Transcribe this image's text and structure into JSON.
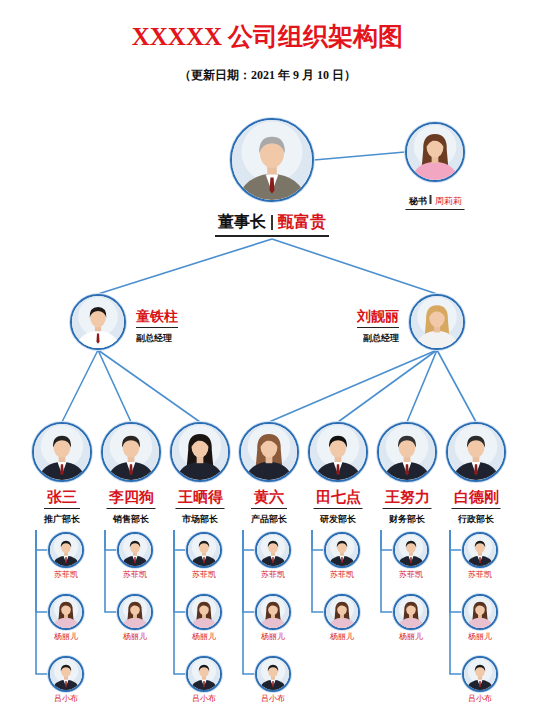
{
  "diagram": {
    "title": "XXXXX 公司组织架构图",
    "nodes": [
      {
        "text": [
          "董事长",
          "甄富贵"
        ]
      },
      {
        "text": [
          "秘书",
          "周莉莉"
        ]
      },
      {
        "text": [
          "童铁柱",
          "副总经理"
        ]
      },
      {
        "text": [
          "刘靓丽",
          "副总经理"
        ]
      },
      {
        "text": [
          "张三",
          "推广部长"
        ]
      },
      {
        "text": [
          "李四狗",
          "销售部长"
        ]
      },
      {
        "text": [
          "王晒得",
          "市场部长"
        ]
      },
      {
        "text": [
          "黄六",
          "产品部长"
        ]
      },
      {
        "text": [
          "田七点",
          "研发部长"
        ]
      },
      {
        "text": [
          "王努力",
          "财务部长"
        ]
      },
      {
        "text": [
          "白德刚",
          "行政部长"
        ]
      },
      {
        "text": [
          "苏菲凯"
        ]
      },
      {
        "text": [
          "杨丽儿"
        ]
      },
      {
        "text": [
          "吕小布"
        ]
      },
      {
        "text": [
          "苏菲凯"
        ]
      },
      {
        "text": [
          "杨丽儿"
        ]
      },
      {
        "text": [
          "苏菲凯"
        ]
      },
      {
        "text": [
          "杨丽儿"
        ]
      },
      {
        "text": [
          "吕小布"
        ]
      },
      {
        "text": [
          "苏菲凯"
        ]
      },
      {
        "text": [
          "杨丽儿"
        ]
      },
      {
        "text": [
          "吕小布"
        ]
      },
      {
        "text": [
          "苏菲凯"
        ]
      },
      {
        "text": [
          "杨丽儿"
        ]
      },
      {
        "text": [
          "苏菲凯"
        ]
      },
      {
        "text": [
          "杨丽儿"
        ]
      },
      {
        "text": [
          "苏菲凯"
        ]
      },
      {
        "text": [
          "杨丽儿"
        ]
      },
      {
        "text": [
          "吕小布"
        ]
      }
    ],
    "edges": [
      {
        "from": 0,
        "to": 1,
        "arrow": "none"
      },
      {
        "from": 0,
        "to": 2,
        "arrow": "none"
      },
      {
        "from": 0,
        "to": 3,
        "arrow": "none"
      },
      {
        "from": 2,
        "to": 4,
        "arrow": "none"
      },
      {
        "from": 2,
        "to": 5,
        "arrow": "none"
      },
      {
        "from": 2,
        "to": 6,
        "arrow": "none"
      },
      {
        "from": 3,
        "to": 7,
        "arrow": "none"
      },
      {
        "from": 3,
        "to": 8,
        "arrow": "none"
      },
      {
        "from": 3,
        "to": 9,
        "arrow": "none"
      },
      {
        "from": 3,
        "to": 10,
        "arrow": "none"
      },
      {
        "from": 4,
        "to": 11,
        "arrow": "none"
      },
      {
        "from": 4,
        "to": 12,
        "arrow": "none"
      },
      {
        "from": 4,
        "to": 13,
        "arrow": "none"
      },
      {
        "from": 5,
        "to": 14,
        "arrow": "none"
      },
      {
        "from": 5,
        "to": 15,
        "arrow": "none"
      },
      {
        "from": 6,
        "to": 16,
        "arrow": "none"
      },
      {
        "from": 6,
        "to": 17,
        "arrow": "none"
      },
      {
        "from": 6,
        "to": 18,
        "arrow": "none"
      },
      {
        "from": 7,
        "to": 19,
        "arrow": "none"
      },
      {
        "from": 7,
        "to": 20,
        "arrow": "none"
      },
      {
        "from": 7,
        "to": 21,
        "arrow": "none"
      },
      {
        "from": 8,
        "to": 22,
        "arrow": "none"
      },
      {
        "from": 8,
        "to": 23,
        "arrow": "none"
      },
      {
        "from": 9,
        "to": 24,
        "arrow": "none"
      },
      {
        "from": 9,
        "to": 25,
        "arrow": "none"
      },
      {
        "from": 10,
        "to": 26,
        "arrow": "none"
      },
      {
        "from": 10,
        "to": 27,
        "arrow": "none"
      },
      {
        "from": 10,
        "to": 28,
        "arrow": "none"
      }
    ],
    "labels": [
      "（更新日期：2021 年 9 月 10 日）"
    ]
  }
}
